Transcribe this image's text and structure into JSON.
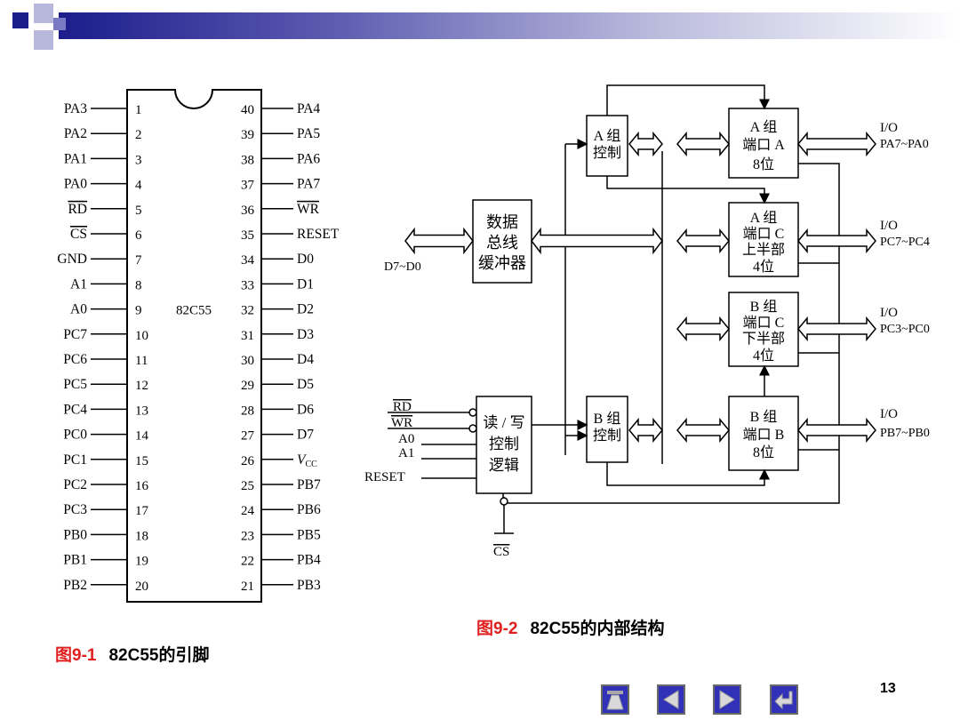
{
  "chip": {
    "name": "82C55",
    "left_pins": [
      {
        "label": "PA3",
        "num": "1"
      },
      {
        "label": "PA2",
        "num": "2"
      },
      {
        "label": "PA1",
        "num": "3"
      },
      {
        "label": "PA0",
        "num": "4"
      },
      {
        "label": "RD",
        "num": "5",
        "bar": true
      },
      {
        "label": "CS",
        "num": "6",
        "bar": true
      },
      {
        "label": "GND",
        "num": "7"
      },
      {
        "label": "A1",
        "num": "8"
      },
      {
        "label": "A0",
        "num": "9"
      },
      {
        "label": "PC7",
        "num": "10"
      },
      {
        "label": "PC6",
        "num": "11"
      },
      {
        "label": "PC5",
        "num": "12"
      },
      {
        "label": "PC4",
        "num": "13"
      },
      {
        "label": "PC0",
        "num": "14"
      },
      {
        "label": "PC1",
        "num": "15"
      },
      {
        "label": "PC2",
        "num": "16"
      },
      {
        "label": "PC3",
        "num": "17"
      },
      {
        "label": "PB0",
        "num": "18"
      },
      {
        "label": "PB1",
        "num": "19"
      },
      {
        "label": "PB2",
        "num": "20"
      }
    ],
    "right_pins": [
      {
        "label": "PA4",
        "num": "40"
      },
      {
        "label": "PA5",
        "num": "39"
      },
      {
        "label": "PA6",
        "num": "38"
      },
      {
        "label": "PA7",
        "num": "37"
      },
      {
        "label": "WR",
        "num": "36",
        "bar": true
      },
      {
        "label": "RESET",
        "num": "35"
      },
      {
        "label": "D0",
        "num": "34"
      },
      {
        "label": "D1",
        "num": "33"
      },
      {
        "label": "D2",
        "num": "32"
      },
      {
        "label": "D3",
        "num": "31"
      },
      {
        "label": "D4",
        "num": "30"
      },
      {
        "label": "D5",
        "num": "29"
      },
      {
        "label": "D6",
        "num": "28"
      },
      {
        "label": "D7",
        "num": "27"
      },
      {
        "label": "VCC",
        "num": "26",
        "italic": true
      },
      {
        "label": "PB7",
        "num": "25"
      },
      {
        "label": "PB6",
        "num": "24"
      },
      {
        "label": "PB5",
        "num": "23"
      },
      {
        "label": "PB4",
        "num": "22"
      },
      {
        "label": "PB3",
        "num": "21"
      }
    ]
  },
  "diagram": {
    "a_ctrl": [
      "A 组",
      "控制"
    ],
    "b_ctrl": [
      "B 组",
      "控制"
    ],
    "port_a": [
      "A 组",
      "端口 A",
      "8位"
    ],
    "port_c_up": [
      "A 组",
      "端口 C",
      "上半部",
      "4位"
    ],
    "port_c_low": [
      "B 组",
      "端口 C",
      "下半部",
      "4位"
    ],
    "port_b": [
      "B 组",
      "端口 B",
      "8位"
    ],
    "buffer": [
      "数据",
      "总线",
      "缓冲器"
    ],
    "rw": [
      "读 / 写",
      "控制",
      "逻辑"
    ],
    "io_a": [
      "I/O",
      "PA7~PA0"
    ],
    "io_cu": [
      "I/O",
      "PC7~PC4"
    ],
    "io_cl": [
      "I/O",
      "PC3~PC0"
    ],
    "io_b": [
      "I/O",
      "PB7~PB0"
    ],
    "bus": "D7~D0",
    "inputs": [
      "RD",
      "WR",
      "A0",
      "A1",
      "RESET"
    ],
    "cs": "CS"
  },
  "captions": {
    "fig1_num": "图9-1",
    "fig1_text": "82C55的引脚",
    "fig2_num": "图9-2",
    "fig2_text": "82C55的内部结构"
  },
  "page_number": "13",
  "colors": {
    "caption_number": "#e0201f",
    "title_bar": "#1c1c8c",
    "nav_button": "#3232b8"
  }
}
